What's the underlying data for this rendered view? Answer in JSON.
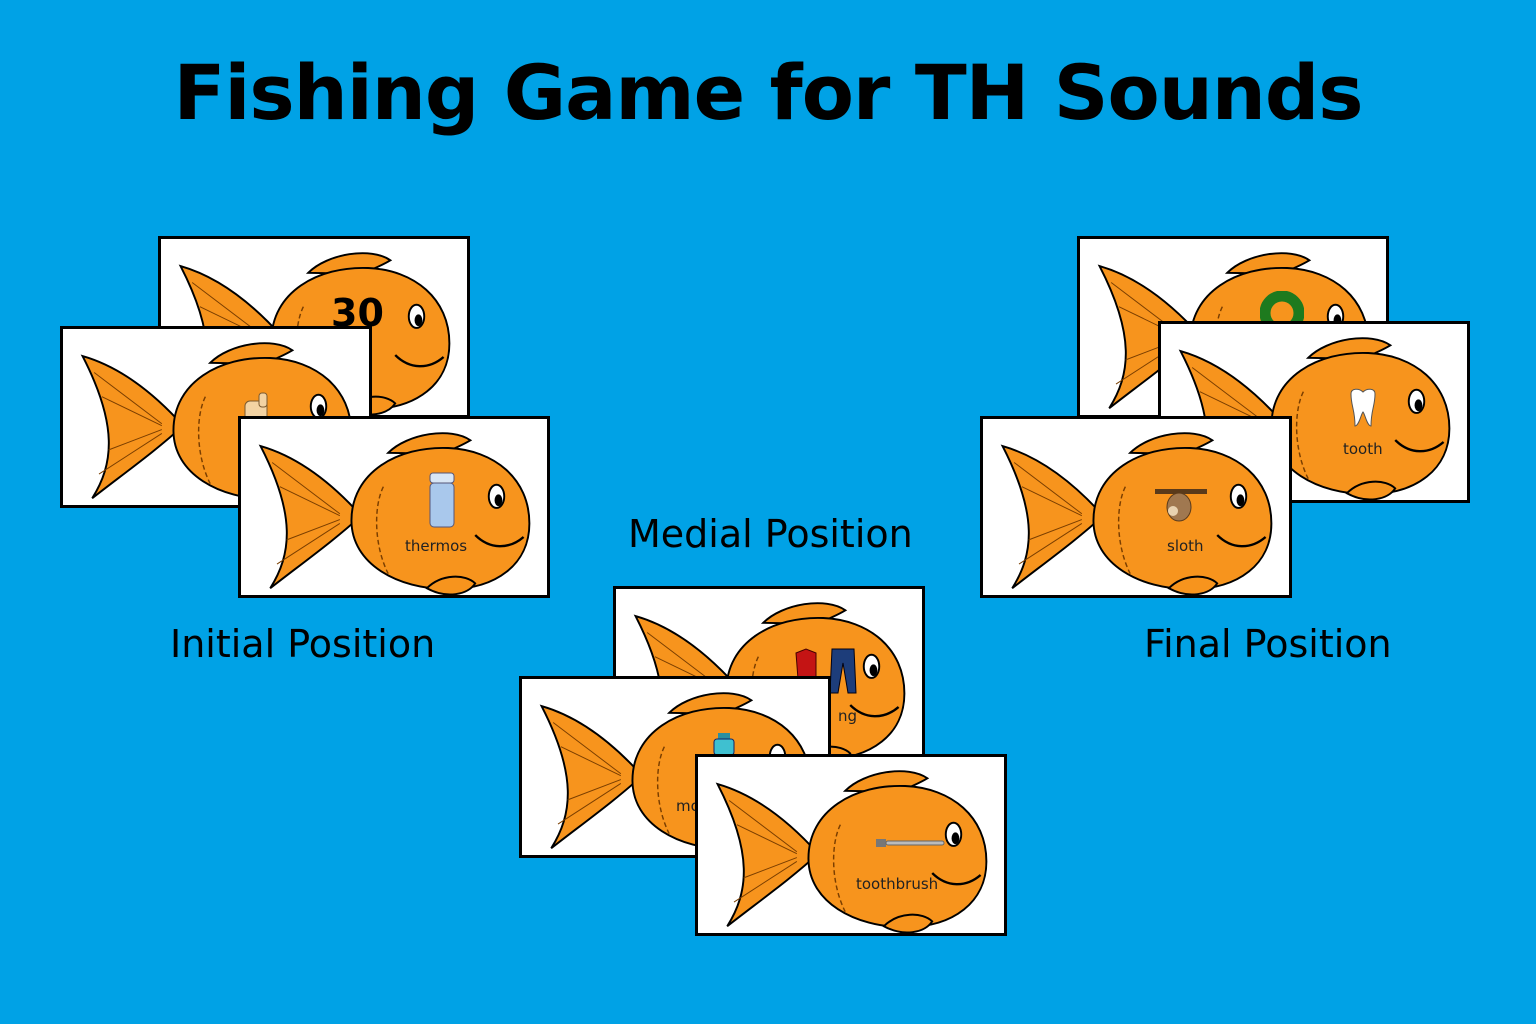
{
  "title": "Fishing Game for TH Sounds",
  "sections": {
    "initial": {
      "label": "Initial Position"
    },
    "medial": {
      "label": "Medial Position"
    },
    "final": {
      "label": "Final Position"
    }
  },
  "cards": {
    "initial_back": {
      "word": "",
      "number": "30",
      "icon": "number-30-icon"
    },
    "initial_mid": {
      "word": "",
      "icon": "thumb-icon"
    },
    "initial_front": {
      "word": "thermos",
      "icon": "thermos-icon"
    },
    "medial_back": {
      "word": "ng",
      "icon": "clothing-icon"
    },
    "medial_mid": {
      "word": "mo",
      "icon": "mouthwash-icon"
    },
    "medial_front": {
      "word": "toothbrush",
      "icon": "toothbrush-icon"
    },
    "final_back": {
      "word": "",
      "icon": "wreath-icon"
    },
    "final_mid": {
      "word": "tooth",
      "icon": "tooth-icon"
    },
    "final_front": {
      "word": "sloth",
      "icon": "sloth-icon"
    }
  },
  "colors": {
    "background": "#00a2e6",
    "fish": "#f7941d",
    "card": "#ffffff"
  }
}
